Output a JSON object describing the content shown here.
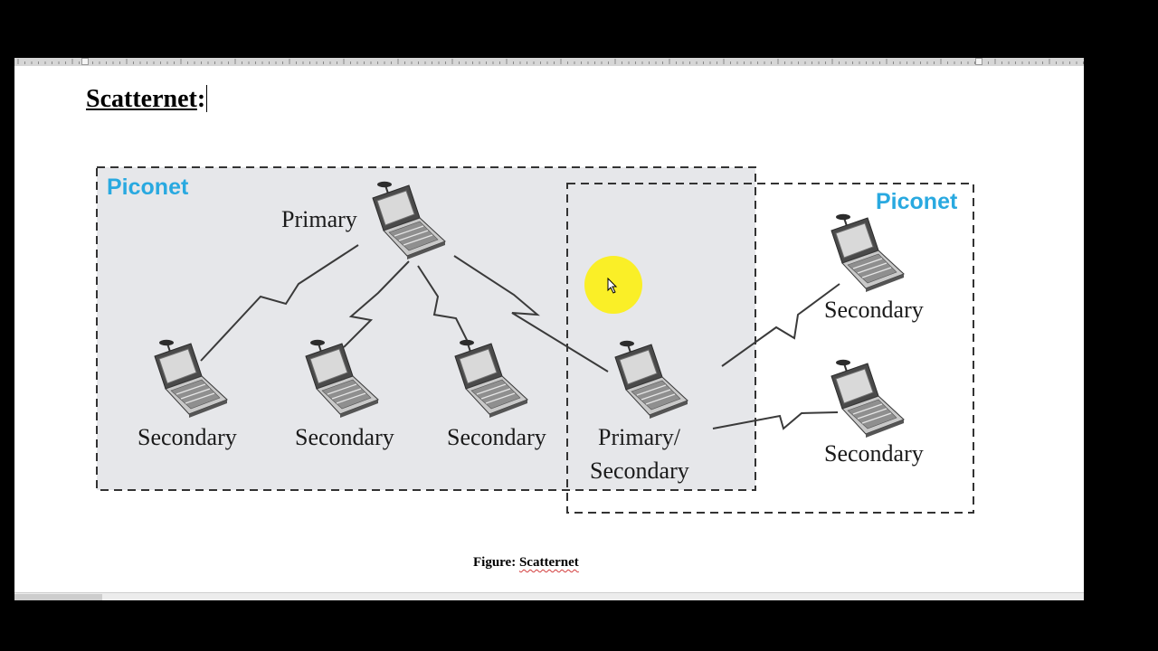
{
  "document": {
    "heading_word": "Scatternet",
    "heading_colon": ":",
    "caption_prefix": "Figure: ",
    "caption_word": "Scatternet"
  },
  "figure": {
    "piconet_left_label": "Piconet",
    "piconet_right_label": "Piconet",
    "nodes": {
      "primary": "Primary",
      "secondary_1": "Secondary",
      "secondary_2": "Secondary",
      "secondary_3": "Secondary",
      "bridge_line1": "Primary/",
      "bridge_line2": "Secondary",
      "secondary_right_top": "Secondary",
      "secondary_right_bottom": "Secondary"
    },
    "colors": {
      "piconet_label": "#29a9e0",
      "piconet_fill": "#e6e7ea",
      "cursor_highlight": "#fbef1c"
    }
  },
  "icons": {
    "node_device": "laptop-with-antenna-icon",
    "wireless_link": "lightning-bolt-link-icon",
    "cursor": "move-cursor-icon"
  }
}
